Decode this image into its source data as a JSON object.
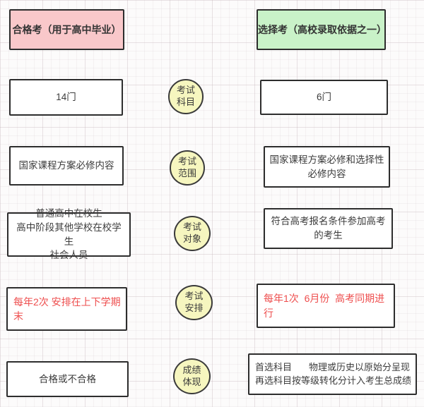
{
  "headers": {
    "left": "合格考（用于高中毕业）",
    "right": "选择考（高校录取依据之一）"
  },
  "categories": [
    {
      "line1": "考试",
      "line2": "科目"
    },
    {
      "line1": "考试",
      "line2": "范围"
    },
    {
      "line1": "考试",
      "line2": "对象"
    },
    {
      "line1": "考试",
      "line2": "安排"
    },
    {
      "line1": "成绩",
      "line2": "体现"
    }
  ],
  "left": {
    "subjects": "14门",
    "scope": "国家课程方案必修内容",
    "audience": [
      "普通高中在校生",
      "高中阶段其他学校在校学生",
      "社会人员"
    ],
    "schedule": "每年2次 安排在上下学期末",
    "result": "合格或不合格"
  },
  "right": {
    "subjects": "6门",
    "scope": "国家课程方案必修和选择性必修内容",
    "audience": "符合高考报名条件参加高考的考生",
    "schedule": "每年1次  6月份  高考同期进行",
    "result": {
      "line1_label": "首选科目",
      "line1_value": "物理或历史以原始分呈现",
      "line2_label": "再选科目",
      "line2_value": "按等级转化分计入考生总成绩"
    }
  },
  "colors": {
    "header_left_bg": "#f9c8ca",
    "header_right_bg": "#c9f2c8",
    "circle_bg": "#f6f6bf",
    "red_text": "#ee4e4e",
    "box_border": "#2d2d2d"
  }
}
